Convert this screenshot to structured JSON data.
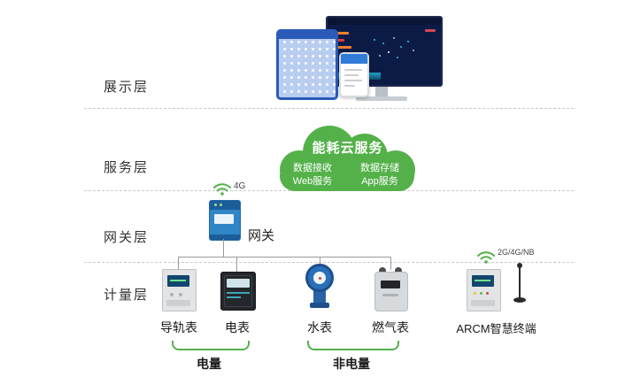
{
  "colors": {
    "accent_green": "#54b14a",
    "device_blue": "#2f86c6",
    "connector_gray": "#9a9a9a"
  },
  "layers": [
    {
      "label": "展示层"
    },
    {
      "label": "服务层"
    },
    {
      "label": "网关层"
    },
    {
      "label": "计量层"
    }
  ],
  "cloud": {
    "title": "能耗云服务",
    "items": [
      {
        "label": "数据接收"
      },
      {
        "label": "数据存储"
      },
      {
        "label": "Web服务"
      },
      {
        "label": "App服务"
      }
    ]
  },
  "gateway": {
    "label": "网关",
    "wireless_label": "4G"
  },
  "meters": [
    {
      "label": "导轨表"
    },
    {
      "label": "电表"
    },
    {
      "label": "水表"
    },
    {
      "label": "燃气表"
    },
    {
      "label": "ARCM智慧终端",
      "wireless_label": "2G/4G/NB"
    }
  ],
  "groups": [
    {
      "label": "电量"
    },
    {
      "label": "非电量"
    }
  ]
}
